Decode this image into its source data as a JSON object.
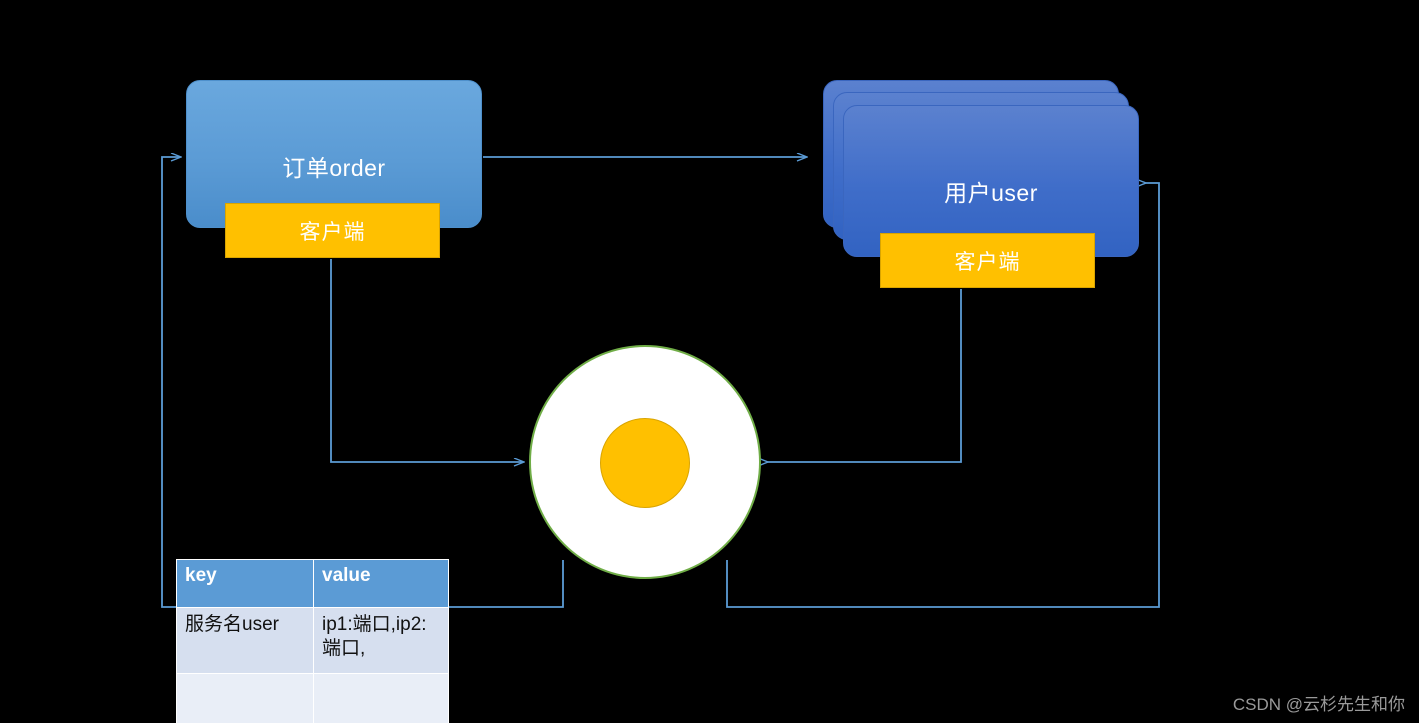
{
  "diagram": {
    "title": "service-registry-discovery-diagram",
    "background_color": "#000000",
    "nodes": {
      "order_service": {
        "label": "订单order",
        "client_label": "客户端",
        "fill_color": "#5b9bd5",
        "client_color": "#ffc000"
      },
      "user_service": {
        "label": "用户user",
        "client_label": "客户端",
        "fill_color": "#3f6dc9",
        "client_color": "#ffc000",
        "stack_count": 3
      },
      "registry": {
        "outer_fill": "#ffffff",
        "outer_stroke": "#70ad47",
        "inner_fill": "#ffc000"
      }
    },
    "table": {
      "headers": [
        "key",
        "value"
      ],
      "rows": [
        [
          "服务名user",
          "ip1:端口,ip2:端口,"
        ],
        [
          "",
          ""
        ]
      ],
      "header_bg": "#5b9bd5",
      "row_bg_1": "#d6dfef",
      "row_bg_2": "#e9eef7"
    },
    "connectors": {
      "stroke_color": "#5b9bd5",
      "items": [
        {
          "name": "order-to-user",
          "description": "订单order → 用户user"
        },
        {
          "name": "order-client-to-registry",
          "description": "订单客户端 → 注册中心"
        },
        {
          "name": "user-client-to-registry",
          "description": "用户客户端 → 注册中心"
        },
        {
          "name": "registry-to-order",
          "description": "注册中心 → 订单order"
        },
        {
          "name": "registry-to-user",
          "description": "注册中心 → 用户user"
        }
      ]
    }
  },
  "watermark": {
    "text": "CSDN @云杉先生和你"
  }
}
